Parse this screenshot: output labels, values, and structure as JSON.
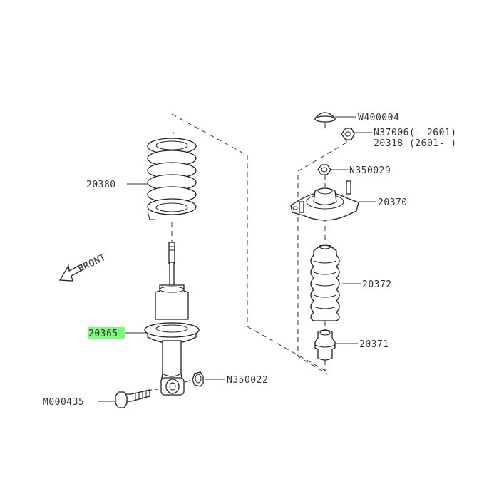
{
  "front_label": "FRONT",
  "parts": {
    "spring": "20380",
    "strut": "20365",
    "bolt": "M000435",
    "strut_nut": "N350022",
    "cap": "W400004",
    "top_nut_a": "N37006(- 2601)",
    "top_nut_b": "20318 (2601- )",
    "mount_nut": "N350029",
    "mount": "20370",
    "boot": "20372",
    "bump_stop": "20371"
  },
  "highlighted_part": "20365",
  "highlight_color": "#7CFC7C"
}
